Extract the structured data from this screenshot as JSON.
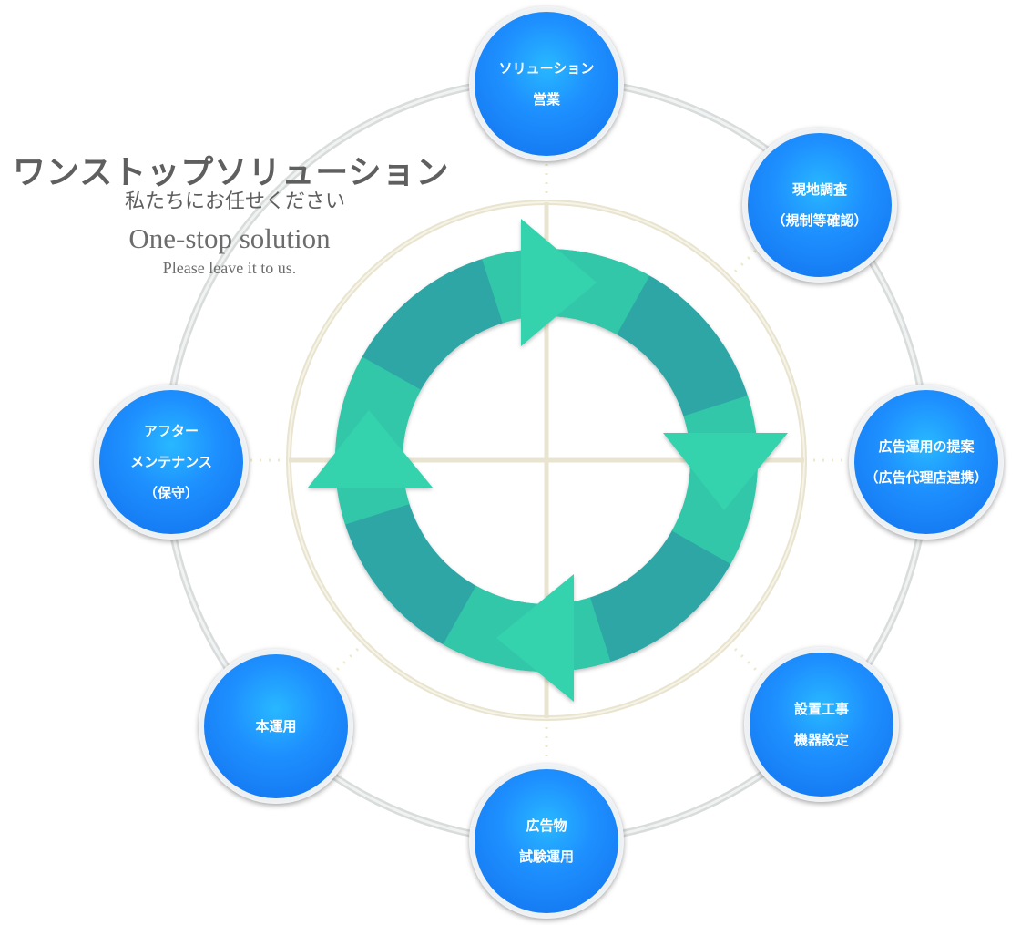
{
  "heading": {
    "title_ja": "ワンストップソリューション",
    "subtitle_ja": "私たちにお任せください",
    "title_en": "One-stop solution",
    "subtitle_en": "Please leave it to us."
  },
  "colors": {
    "node_blue": "#1e90ff",
    "node_cyan": "#28b8ff",
    "arrow_green": "#33cca8",
    "arrow_teal": "#2ea6a6",
    "ring_beige": "#e8e4cf",
    "outer_ring_gray": "#e2e4e4",
    "heading_gray": "#5f5f5f"
  },
  "cycle": {
    "arrow_count": 4,
    "direction": "clockwise"
  },
  "nodes": [
    {
      "id": "solution-sales",
      "lines": [
        "ソリューション",
        "営業"
      ]
    },
    {
      "id": "site-survey",
      "lines": [
        "現地調査",
        "（規制等確認）"
      ]
    },
    {
      "id": "ad-proposal",
      "lines": [
        "広告運用の提案",
        "（広告代理店連携）"
      ]
    },
    {
      "id": "installation",
      "lines": [
        "設置工事",
        "機器設定"
      ]
    },
    {
      "id": "trial-operation",
      "lines": [
        "広告物",
        "試験運用"
      ]
    },
    {
      "id": "full-operation",
      "lines": [
        "本運用"
      ]
    },
    {
      "id": "after-maintenance",
      "lines": [
        "アフター",
        "メンテナンス",
        "（保守）"
      ]
    }
  ]
}
